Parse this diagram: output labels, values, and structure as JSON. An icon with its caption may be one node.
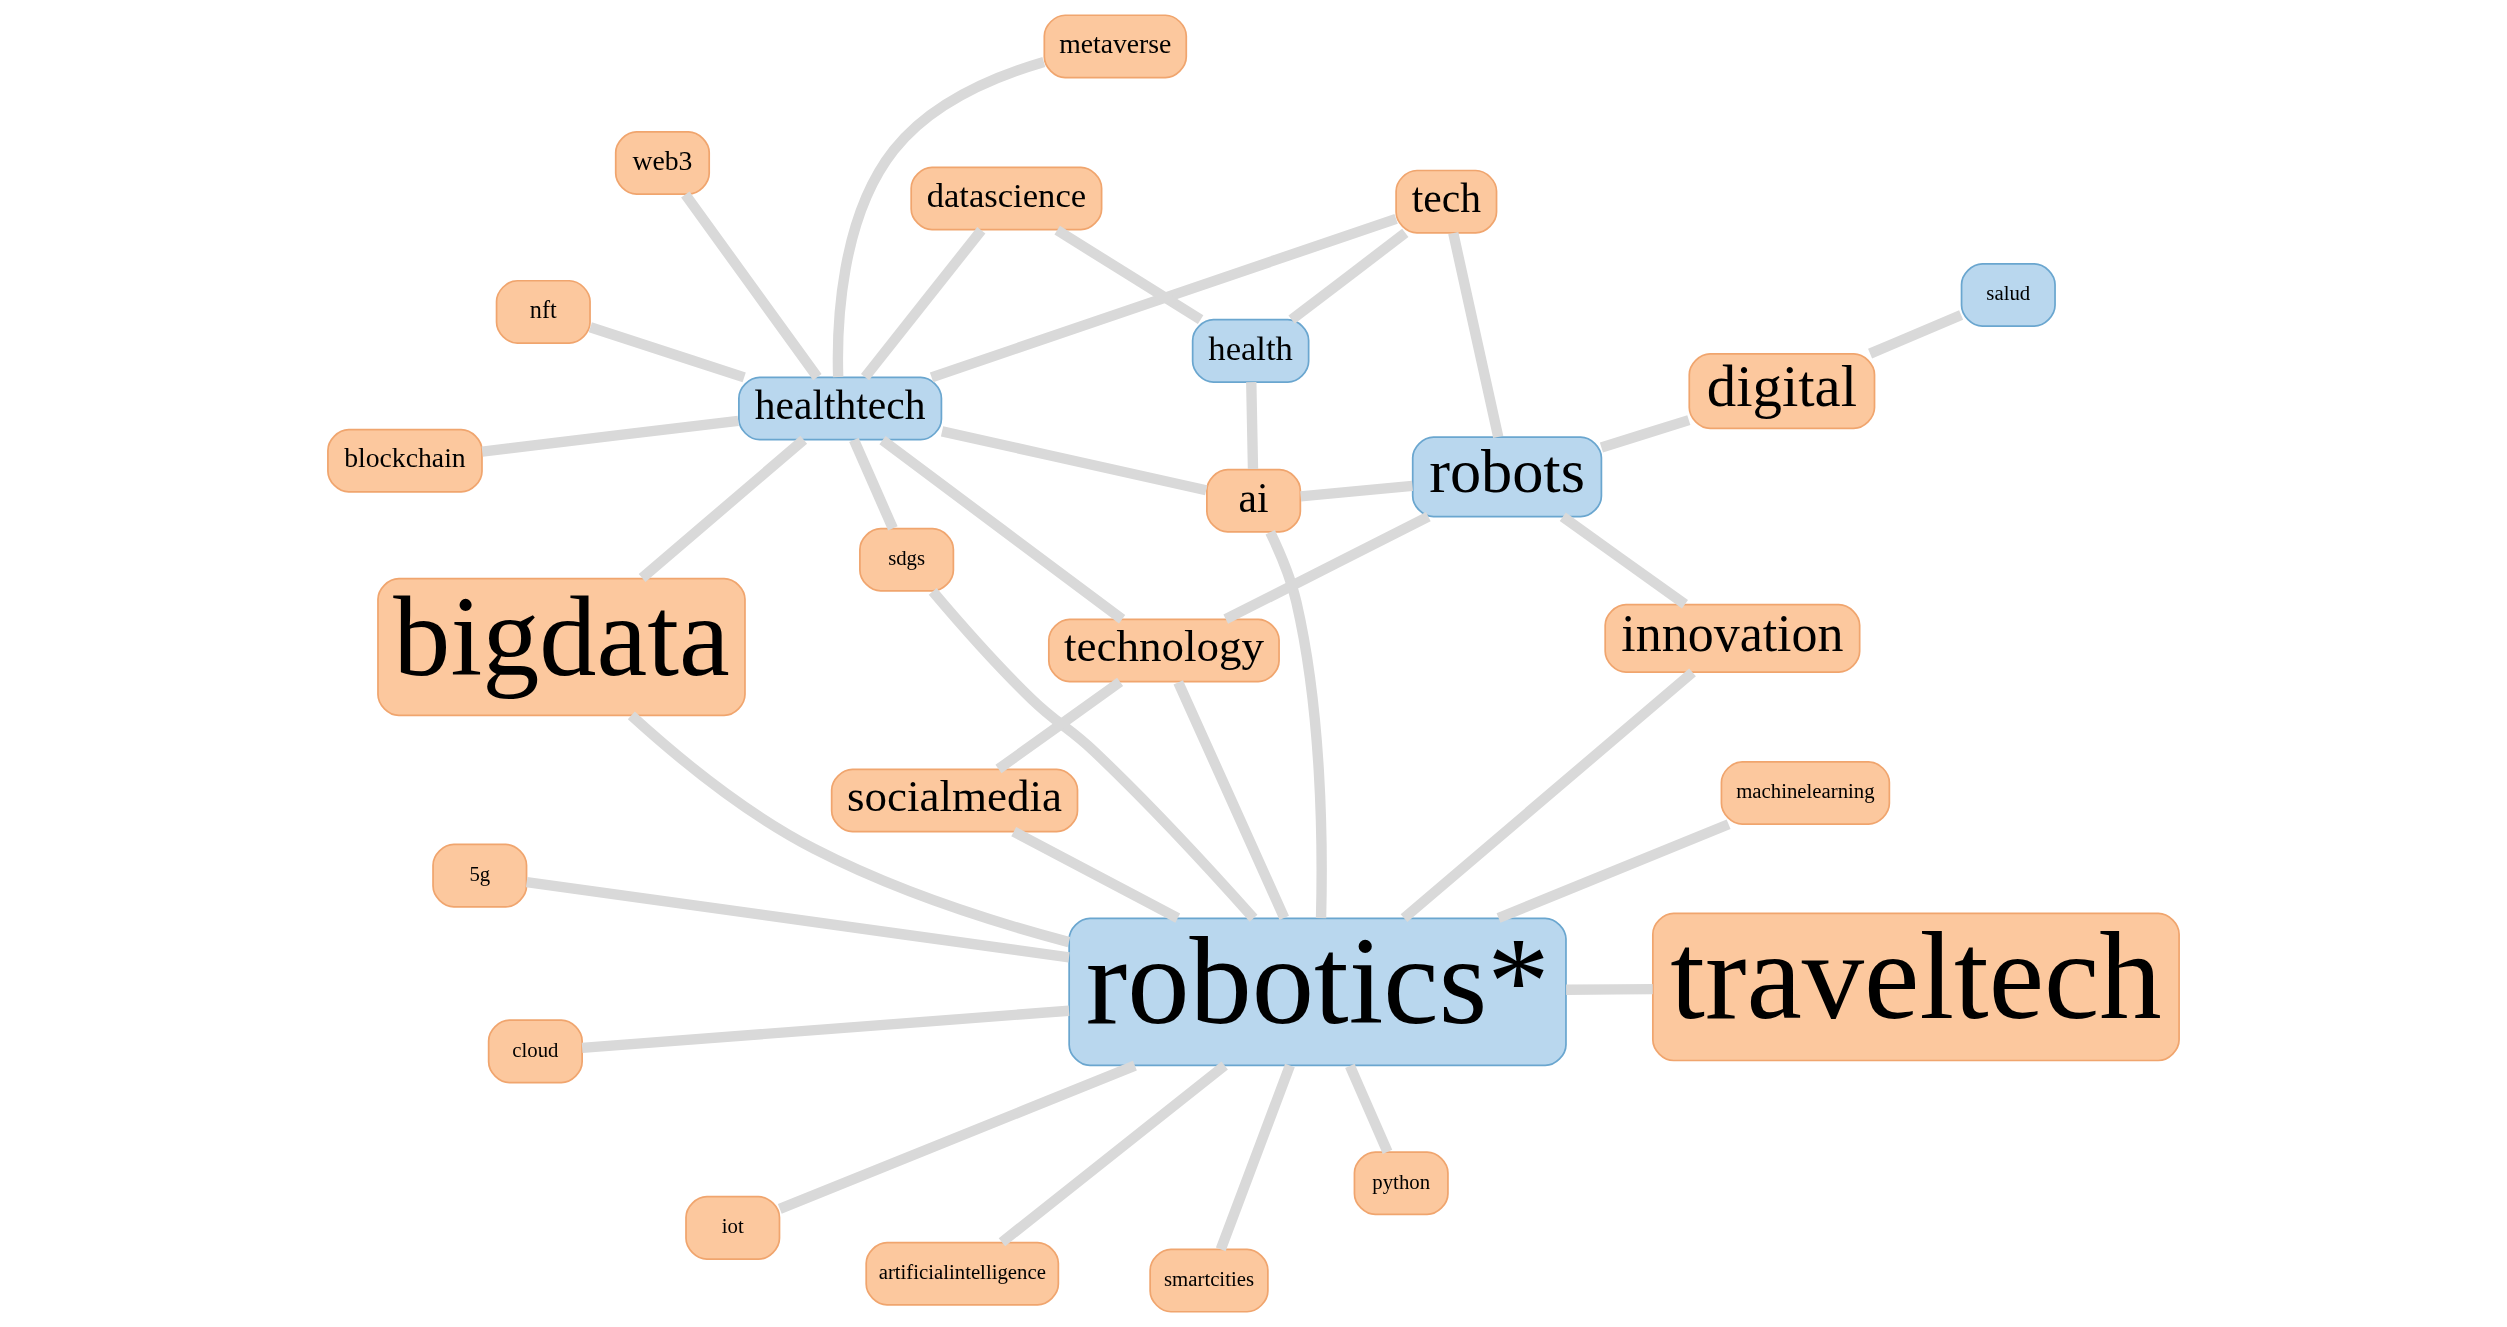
{
  "diagram": {
    "nodes": [
      {
        "text": [
          "robotics*"
        ]
      },
      {
        "text": [
          "sdgs"
        ]
      },
      {
        "text": [
          "smartcities"
        ]
      },
      {
        "text": [
          "5g"
        ]
      },
      {
        "text": [
          "machinelearning"
        ]
      },
      {
        "text": [
          "cloud"
        ]
      },
      {
        "text": [
          "iot"
        ]
      },
      {
        "text": [
          "bigdata"
        ]
      },
      {
        "text": [
          "artificialintelligence"
        ]
      },
      {
        "text": [
          "ai"
        ]
      },
      {
        "text": [
          "python"
        ]
      },
      {
        "text": [
          "socialmedia"
        ]
      },
      {
        "text": [
          "traveltech"
        ]
      },
      {
        "text": [
          "digital"
        ]
      },
      {
        "text": [
          "salud"
        ]
      },
      {
        "text": [
          "robots"
        ]
      },
      {
        "text": [
          "innovation"
        ]
      },
      {
        "text": [
          "web3"
        ]
      },
      {
        "text": [
          "nft"
        ]
      },
      {
        "text": [
          "tech"
        ]
      },
      {
        "text": [
          "healthtech"
        ]
      },
      {
        "text": [
          "blockchain"
        ]
      },
      {
        "text": [
          "technology"
        ]
      },
      {
        "text": [
          "metaverse"
        ]
      },
      {
        "text": [
          "health"
        ]
      },
      {
        "text": [
          "datascience"
        ]
      }
    ],
    "edges": [
      {
        "from": 0,
        "to": 1,
        "arrow": "none"
      },
      {
        "from": 0,
        "to": 3,
        "arrow": "none"
      },
      {
        "from": 0,
        "to": 5,
        "arrow": "none"
      },
      {
        "from": 0,
        "to": 6,
        "arrow": "none"
      },
      {
        "from": 0,
        "to": 8,
        "arrow": "none"
      },
      {
        "from": 0,
        "to": 10,
        "arrow": "none"
      },
      {
        "from": 0,
        "to": 2,
        "arrow": "none"
      },
      {
        "from": 0,
        "to": 4,
        "arrow": "none"
      },
      {
        "from": 0,
        "to": 7,
        "arrow": "none"
      },
      {
        "from": 0,
        "to": 9,
        "arrow": "none"
      },
      {
        "from": 0,
        "to": 11,
        "arrow": "none"
      },
      {
        "from": 0,
        "to": 12,
        "arrow": "none"
      },
      {
        "from": 0,
        "to": 22,
        "arrow": "none"
      },
      {
        "from": 0,
        "to": 16,
        "arrow": "none"
      },
      {
        "from": 1,
        "to": 20,
        "arrow": "none"
      },
      {
        "from": 11,
        "to": 22,
        "arrow": "none"
      },
      {
        "from": 9,
        "to": 15,
        "arrow": "none"
      },
      {
        "from": 9,
        "to": 24,
        "arrow": "none"
      },
      {
        "from": 9,
        "to": 20,
        "arrow": "none"
      },
      {
        "from": 7,
        "to": 20,
        "arrow": "none"
      },
      {
        "from": 13,
        "to": 14,
        "arrow": "none"
      },
      {
        "from": 13,
        "to": 15,
        "arrow": "none"
      },
      {
        "from": 15,
        "to": 16,
        "arrow": "none"
      },
      {
        "from": 15,
        "to": 19,
        "arrow": "none"
      },
      {
        "from": 15,
        "to": 22,
        "arrow": "none"
      },
      {
        "from": 17,
        "to": 20,
        "arrow": "none"
      },
      {
        "from": 18,
        "to": 20,
        "arrow": "none"
      },
      {
        "from": 21,
        "to": 20,
        "arrow": "none"
      },
      {
        "from": 23,
        "to": 20,
        "arrow": "none"
      },
      {
        "from": 20,
        "to": 19,
        "arrow": "none"
      },
      {
        "from": 20,
        "to": 22,
        "arrow": "none"
      },
      {
        "from": 20,
        "to": 25,
        "arrow": "none"
      },
      {
        "from": 19,
        "to": 24,
        "arrow": "none"
      },
      {
        "from": 24,
        "to": 25,
        "arrow": "none"
      }
    ]
  }
}
